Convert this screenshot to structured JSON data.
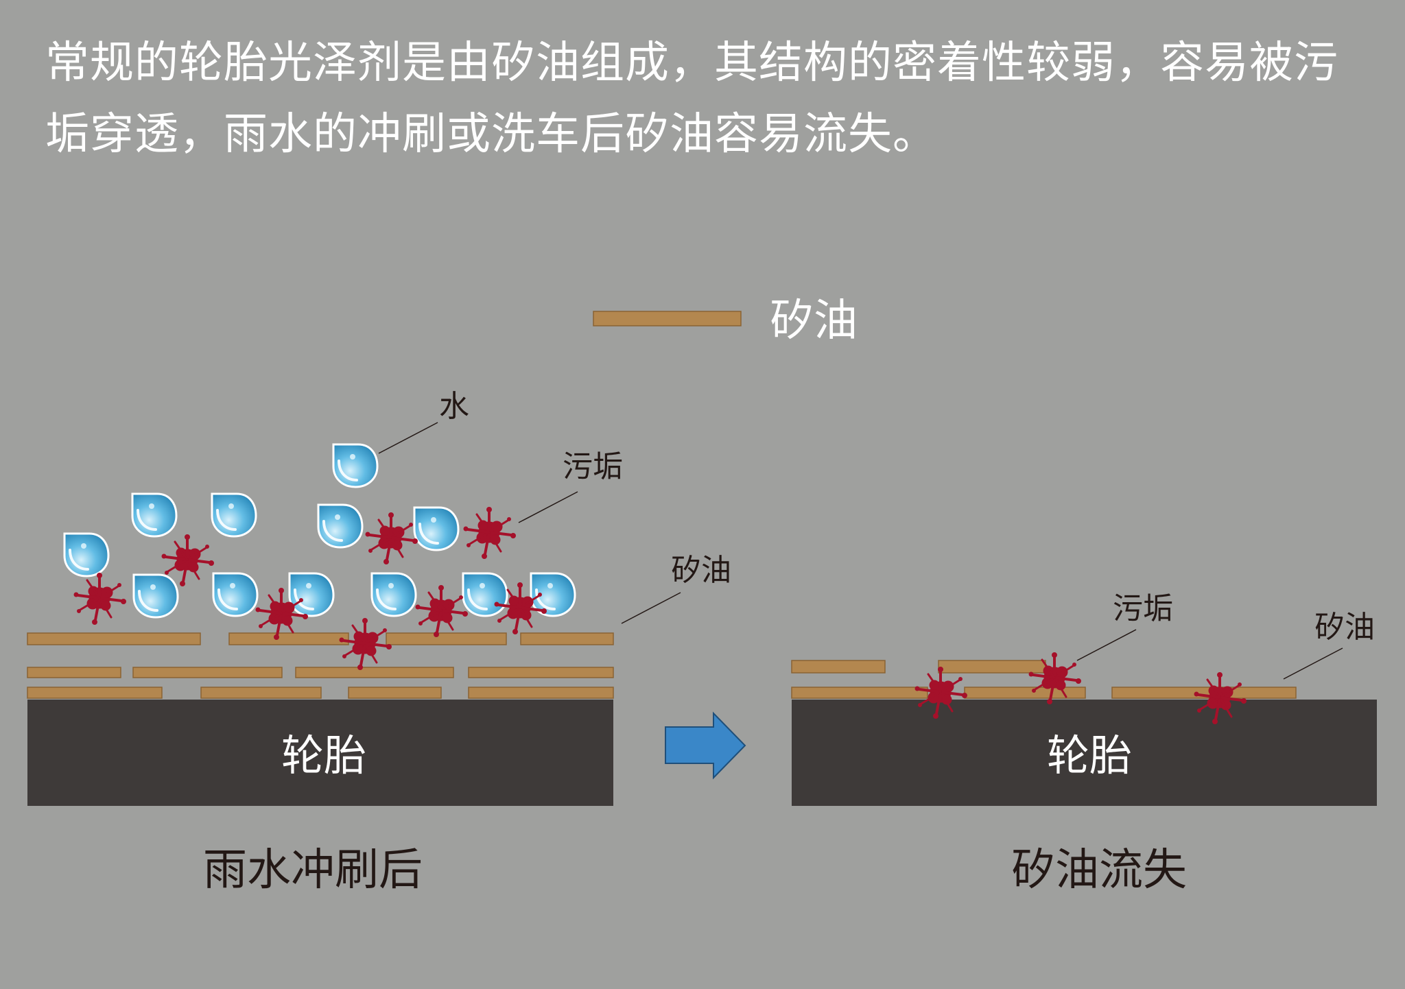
{
  "intro": {
    "line1": "常规的轮胎光泽剂是由矽油组成，其结构的密着性较弱，容易被污",
    "line2": "垢穿透，雨水的冲刷或洗车后矽油容易流失。"
  },
  "legend": {
    "label": "矽油"
  },
  "left_panel": {
    "water_label": "水",
    "dirt_label": "污垢",
    "oil_label": "矽油",
    "tire_label": "轮胎",
    "caption": "雨水冲刷后"
  },
  "right_panel": {
    "dirt_label": "污垢",
    "oil_label": "矽油",
    "tire_label": "轮胎",
    "caption": "矽油流失"
  },
  "colors": {
    "background": "#9fa09e",
    "oil": "#b3874f",
    "tire": "#3e3a39",
    "water": "#5ab4dc",
    "dirt": "#a5112a",
    "arrow": "#3a87c8",
    "text_light": "#ffffff",
    "text_dark": "#231815"
  }
}
